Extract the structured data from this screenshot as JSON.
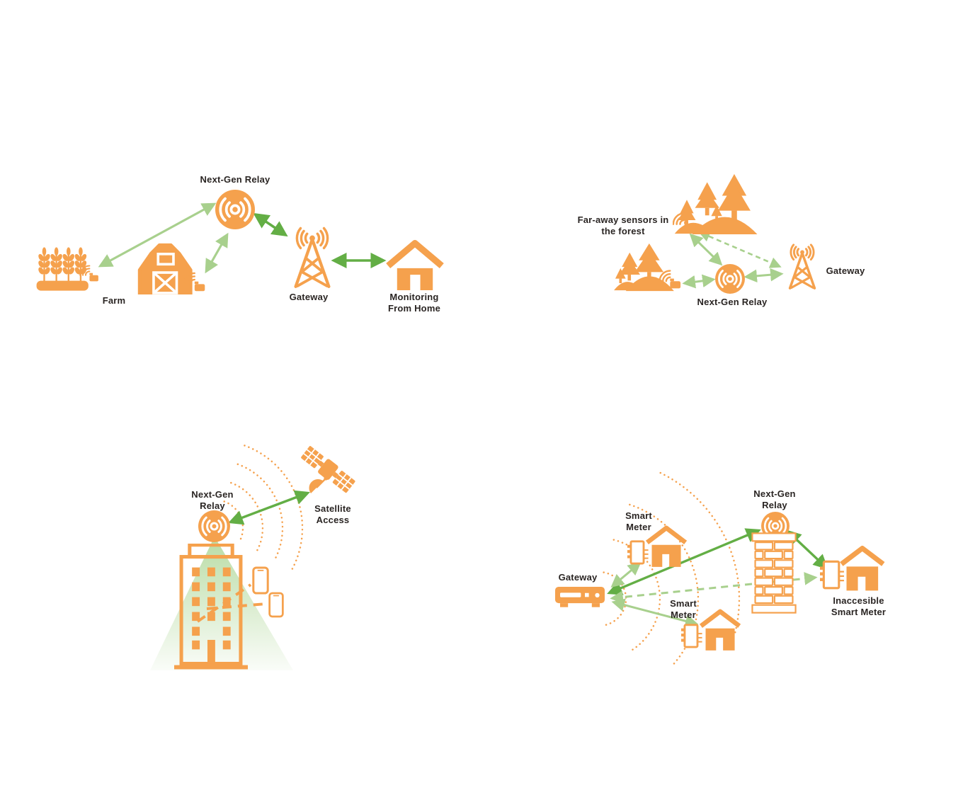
{
  "colors": {
    "orange": "#F5A14D",
    "green_light": "#A8D08D",
    "green_dark": "#63AE45"
  },
  "scenes": {
    "farm_monitoring": {
      "relay_label": "Next-Gen Relay",
      "farm_label": "Farm",
      "gateway_label": "Gateway",
      "home_label": "Monitoring\nFrom Home",
      "connections": [
        {
          "from": "farm-crops",
          "to": "next-gen-relay",
          "style": "solid",
          "color": "green_light"
        },
        {
          "from": "barn",
          "to": "next-gen-relay",
          "style": "solid",
          "color": "green_light"
        },
        {
          "from": "next-gen-relay",
          "to": "gateway",
          "style": "solid",
          "color": "green_dark"
        },
        {
          "from": "gateway",
          "to": "monitoring-from-home",
          "style": "solid",
          "color": "green_dark"
        }
      ]
    },
    "forest": {
      "sensors_label": "Far-away sensors in\nthe forest",
      "relay_label": "Next-Gen Relay",
      "gateway_label": "Gateway",
      "connections": [
        {
          "from": "forest-sensors-far",
          "to": "next-gen-relay",
          "style": "solid",
          "color": "green_light"
        },
        {
          "from": "forest-sensors-far",
          "to": "gateway",
          "style": "dashed",
          "color": "green_light"
        },
        {
          "from": "forest-sensors-near",
          "to": "next-gen-relay",
          "style": "solid",
          "color": "green_light"
        },
        {
          "from": "next-gen-relay",
          "to": "gateway",
          "style": "solid",
          "color": "green_light"
        }
      ]
    },
    "satellite": {
      "relay_label": "Next-Gen\nRelay",
      "satellite_label": "Satellite\nAccess",
      "connections": [
        {
          "from": "next-gen-relay",
          "to": "satellite",
          "style": "solid",
          "color": "green_dark"
        },
        {
          "from": "building",
          "to": "phone-1",
          "style": "dashed",
          "color": "orange"
        },
        {
          "from": "building",
          "to": "phone-2",
          "style": "dashed",
          "color": "orange"
        }
      ]
    },
    "smart_meter": {
      "gateway_label": "Gateway",
      "smart_meter_1_label": "Smart\nMeter",
      "smart_meter_2_label": "Smart\nMeter",
      "relay_label": "Next-Gen\nRelay",
      "inaccessible_label": "Inaccesible\nSmart Meter",
      "connections": [
        {
          "from": "gateway",
          "to": "next-gen-relay",
          "style": "solid",
          "color": "green_dark"
        },
        {
          "from": "next-gen-relay",
          "to": "inaccessible-smart-meter",
          "style": "solid",
          "color": "green_dark"
        },
        {
          "from": "gateway",
          "to": "inaccessible-smart-meter",
          "style": "dashed",
          "color": "green_light"
        },
        {
          "from": "gateway",
          "to": "smart-meter-1",
          "style": "solid",
          "color": "green_light"
        },
        {
          "from": "gateway",
          "to": "smart-meter-2",
          "style": "solid",
          "color": "green_light"
        }
      ]
    }
  },
  "icons": {
    "relay-icon": "orange circle with white broadcast arcs ((o))",
    "wheat-icon": "wheat stalks on planter with wifi sensor",
    "barn-icon": "barn with wifi sensor",
    "radio-tower-icon": "lattice tower with signal arcs",
    "house-icon": "house with door",
    "forest-icon": "pine trees on hills with wifi sensor",
    "building-icon": "multi-storey building outline",
    "satellite-icon": "satellite with solar panels and dish",
    "phone-icon": "smartphone outline",
    "gateway-box-icon": "set-top gateway box",
    "brick-wall-icon": "brick wall pillar",
    "smart-meter-house-icon": "house with attached meter box"
  }
}
